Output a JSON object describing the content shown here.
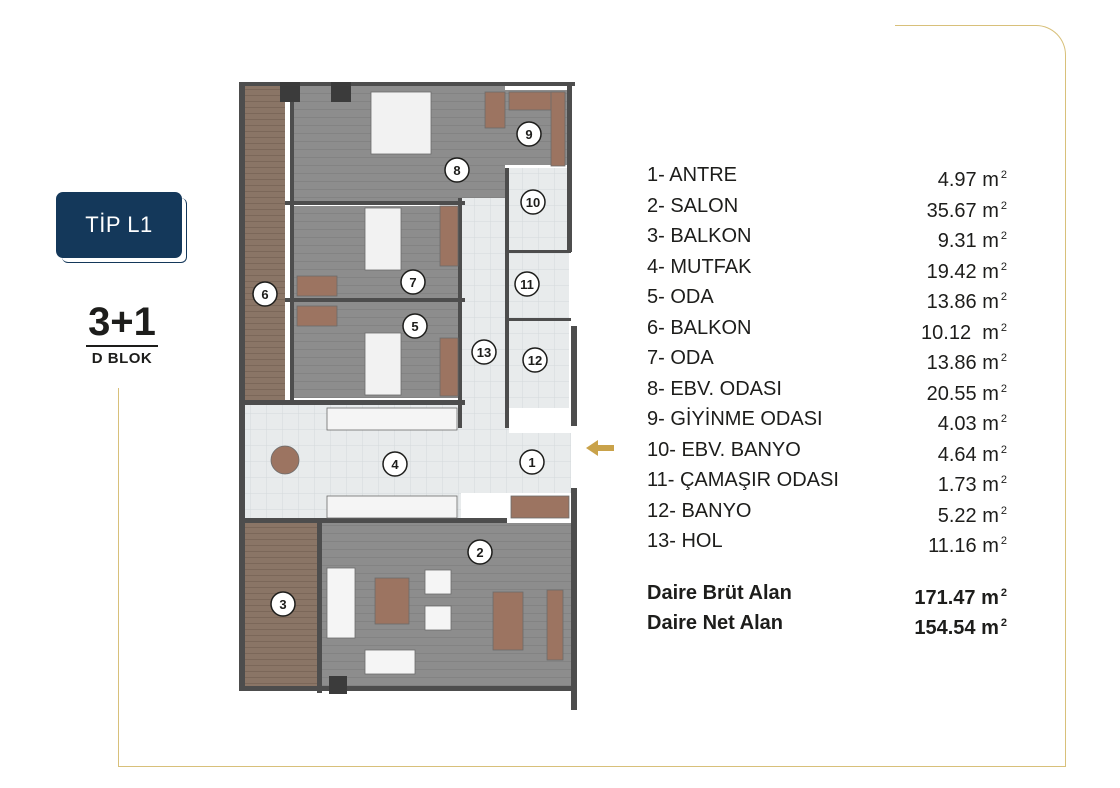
{
  "badge": {
    "type": "TİP L1"
  },
  "unit": {
    "layout": "3+1",
    "block": "D BLOK"
  },
  "rooms": [
    {
      "label": "1- ANTRE",
      "value": "4.97 m",
      "no": "1"
    },
    {
      "label": "2- SALON",
      "value": "35.67 m",
      "no": "2"
    },
    {
      "label": "3- BALKON",
      "value": "9.31 m",
      "no": "3"
    },
    {
      "label": "4- MUTFAK",
      "value": "19.42 m",
      "no": "4"
    },
    {
      "label": "5- ODA",
      "value": "13.86 m",
      "no": "5"
    },
    {
      "label": "6- BALKON",
      "value": "10.12  m",
      "no": "6"
    },
    {
      "label": "7- ODA",
      "value": "13.86 m",
      "no": "7"
    },
    {
      "label": "8- EBV. ODASI",
      "value": "20.55 m",
      "no": "8"
    },
    {
      "label": "9- GİYİNME ODASI",
      "value": "4.03 m",
      "no": "9"
    },
    {
      "label": "10- EBV. BANYO",
      "value": "4.64 m",
      "no": "10"
    },
    {
      "label": "11- ÇAMAŞIR ODASI",
      "value": "1.73 m",
      "no": "11"
    },
    {
      "label": "12- BANYO",
      "value": "5.22 m",
      "no": "12"
    },
    {
      "label": "13- HOL",
      "value": "11.16 m",
      "no": "13"
    }
  ],
  "unit_exponent": "2",
  "totals": [
    {
      "label": "Daire Brüt Alan",
      "value": "171.47 m"
    },
    {
      "label": "Daire Net Alan",
      "value": "154.54 m"
    }
  ],
  "colors": {
    "accent_gold": "#d8c07a",
    "badge_navy": "#14385a",
    "arrow": "#c9a24a"
  }
}
